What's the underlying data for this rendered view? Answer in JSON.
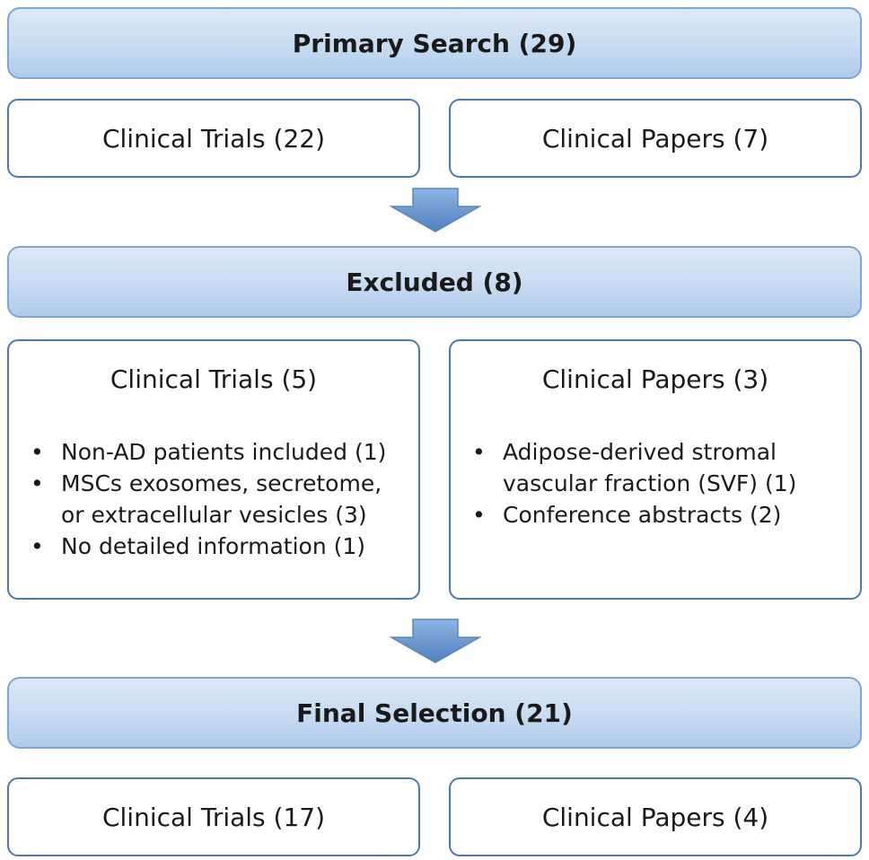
{
  "primary": {
    "title": "Primary Search (29)",
    "trials": "Clinical Trials (22)",
    "papers": "Clinical Papers (7)"
  },
  "excluded": {
    "title": "Excluded (8)",
    "trials": {
      "title": "Clinical Trials (5)",
      "reasons": [
        "Non-AD patients included (1)",
        "MSCs exosomes, secretome, or extracellular vesicles (3)",
        "No detailed information (1)"
      ]
    },
    "papers": {
      "title": "Clinical Papers (3)",
      "reasons": [
        "Adipose-derived stromal vascular fraction (SVF) (1)",
        "Conference abstracts (2)"
      ]
    }
  },
  "final": {
    "title": "Final Selection (21)",
    "trials": "Clinical Trials (17)",
    "papers": "Clinical Papers (4)"
  },
  "colors": {
    "banner_fill": "#c7dbf1",
    "banner_border": "#7ea6d4",
    "box_border": "#4f78ac",
    "arrow_fill": "#6f9bd0"
  }
}
